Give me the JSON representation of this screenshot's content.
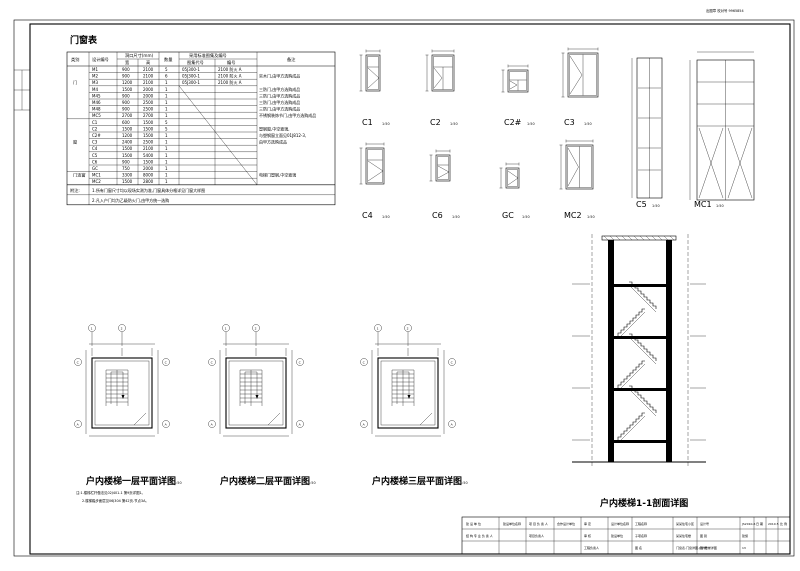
{
  "stamp": {
    "top_right": "出图章 校对号 9965854"
  },
  "door_window_table": {
    "title": "门窗表",
    "headers": {
      "type": "类别",
      "code": "设计编号",
      "size": "洞口尺寸(mm)",
      "width": "宽",
      "height": "高",
      "count": "数量",
      "std": "采用标准图集及编号",
      "atlas": "图集代号",
      "no": "编号",
      "remark": "备注"
    },
    "rows": [
      {
        "type": "",
        "code": "M1",
        "w": "900",
        "h": "2100",
        "n": "5",
        "atlas": "05J300-1",
        "no": "2100 防火 A",
        "remark": ""
      },
      {
        "type": "",
        "code": "M2",
        "w": "900",
        "h": "2100",
        "n": "6",
        "atlas": "05J300-1",
        "no": "2100 防火 A",
        "remark": "实木门,由甲方选购成品"
      },
      {
        "type": "门",
        "code": "M3",
        "w": "1200",
        "h": "2100",
        "n": "1",
        "atlas": "05J300-1",
        "no": "2100 防火 A",
        "remark": ""
      },
      {
        "type": "",
        "code": "M4",
        "w": "1500",
        "h": "2000",
        "n": "1",
        "atlas": "",
        "no": "",
        "remark": "三防门,由甲方选购成品"
      },
      {
        "type": "",
        "code": "M45",
        "w": "900",
        "h": "2000",
        "n": "1",
        "atlas": "",
        "no": "",
        "remark": "三防门,由甲方选购成品"
      },
      {
        "type": "",
        "code": "M46",
        "w": "900",
        "h": "2500",
        "n": "1",
        "atlas": "",
        "no": "",
        "remark": "三防门,由甲方选购成品"
      },
      {
        "type": "",
        "code": "M48",
        "w": "900",
        "h": "2500",
        "n": "1",
        "atlas": "",
        "no": "",
        "remark": "三防门,由甲方选购成品"
      },
      {
        "type": "",
        "code": "MC5",
        "w": "2700",
        "h": "2700",
        "n": "1",
        "atlas": "",
        "no": "",
        "remark": "不锈钢装饰节门,由甲方选购成品"
      },
      {
        "type": "",
        "code": "C1",
        "w": "600",
        "h": "1500",
        "n": "5",
        "atlas": "",
        "no": "",
        "remark": ""
      },
      {
        "type": "",
        "code": "C2",
        "w": "1500",
        "h": "1500",
        "n": "5",
        "atlas": "",
        "no": "",
        "remark": "塑钢窗,中空玻璃,"
      },
      {
        "type": "",
        "code": "C2#",
        "w": "1200",
        "h": "1500",
        "n": "1",
        "atlas": "",
        "no": "",
        "remark": "与塑钢窗立面见01J812-3,"
      },
      {
        "type": "窗",
        "code": "C3",
        "w": "2400",
        "h": "2500",
        "n": "1",
        "atlas": "",
        "no": "",
        "remark": "由甲方选购成品"
      },
      {
        "type": "",
        "code": "C4",
        "w": "1500",
        "h": "2100",
        "n": "1",
        "atlas": "",
        "no": "",
        "remark": ""
      },
      {
        "type": "",
        "code": "C5",
        "w": "1500",
        "h": "5400",
        "n": "1",
        "atlas": "",
        "no": "",
        "remark": ""
      },
      {
        "type": "",
        "code": "C6",
        "w": "900",
        "h": "1500",
        "n": "1",
        "atlas": "",
        "no": "",
        "remark": ""
      },
      {
        "type": "",
        "code": "GC",
        "w": "750",
        "h": "2000",
        "n": "1",
        "atlas": "",
        "no": "",
        "remark": ""
      },
      {
        "type": "门连窗",
        "code": "MC1",
        "w": "3300",
        "h": "8000",
        "n": "1",
        "atlas": "",
        "no": "",
        "remark": "电梯门塑钢,中空玻璃"
      },
      {
        "type": "",
        "code": "MC2",
        "w": "1500",
        "h": "2800",
        "n": "1",
        "atlas": "",
        "no": "",
        "remark": ""
      }
    ],
    "notes_label": "附注:",
    "note1": "1.所有门窗尺寸均以现场实测为准,门窗具体分格详见门窗大样图",
    "note2": "2.凡入户门均为乙级防火门,由甲方统一选购"
  },
  "elevations": [
    {
      "code": "C1",
      "scale": "1:50"
    },
    {
      "code": "C2",
      "scale": "1:50"
    },
    {
      "code": "C2#",
      "scale": "1:50"
    },
    {
      "code": "C3",
      "scale": "1:50"
    },
    {
      "code": "C4",
      "scale": "1:50"
    },
    {
      "code": "C6",
      "scale": "1:50"
    },
    {
      "code": "GC",
      "scale": "1:50"
    },
    {
      "code": "MC2",
      "scale": "1:50"
    },
    {
      "code": "C5",
      "scale": "1:50"
    },
    {
      "code": "MC1",
      "scale": "1:50"
    }
  ],
  "plans": [
    {
      "title": "户内楼梯一层平面详图",
      "scale": "1:50"
    },
    {
      "title": "户内楼梯二层平面详图",
      "scale": "1:50"
    },
    {
      "title": "户内楼梯三层平面详图",
      "scale": "1:50"
    }
  ],
  "plan_notes": {
    "n1": "注:1.楼梯栏杆做法见02J401-1 第9页详图1。",
    "n2": "2.楼梯踏步面层见06J304 第42页-节点3A。"
  },
  "section": {
    "title": "户内楼梯1-1剖面详图",
    "scale": "1:50"
  },
  "axes": {
    "a": "A",
    "b": "B",
    "c": "C",
    "one": "1",
    "two": "2",
    "three": "3"
  },
  "title_block": {
    "c1r1": "建 设 单 位",
    "c1r2": "结 构 专 业 负 责 人",
    "c2": "建设单位名称",
    "c3r1": "项 目 负 责 人",
    "c3r2": "项目负责人",
    "c4": "合作设计单位",
    "c5r1": "审 定",
    "c5r2": "审 核",
    "c5r3": "工程负责人",
    "c6r1": "设计单位名称",
    "c6r2": "建设单位",
    "c7r1": "工程名称",
    "c7r2": "子项名称",
    "c7r3": "图 名",
    "c8r1": "某某住宅小区",
    "c8r2": "某某住宅楼",
    "c8r3": "门窗表,门窗详图,户内楼梯详图",
    "c9r1": "设计号",
    "c9r2": "图 别",
    "c9r3": "图 号",
    "c10r1": "JS2010-6",
    "c10r2": "建施",
    "c10r3": "13",
    "c11r1": "日 期",
    "c11r2": "2010.5",
    "c12": "比 例"
  }
}
